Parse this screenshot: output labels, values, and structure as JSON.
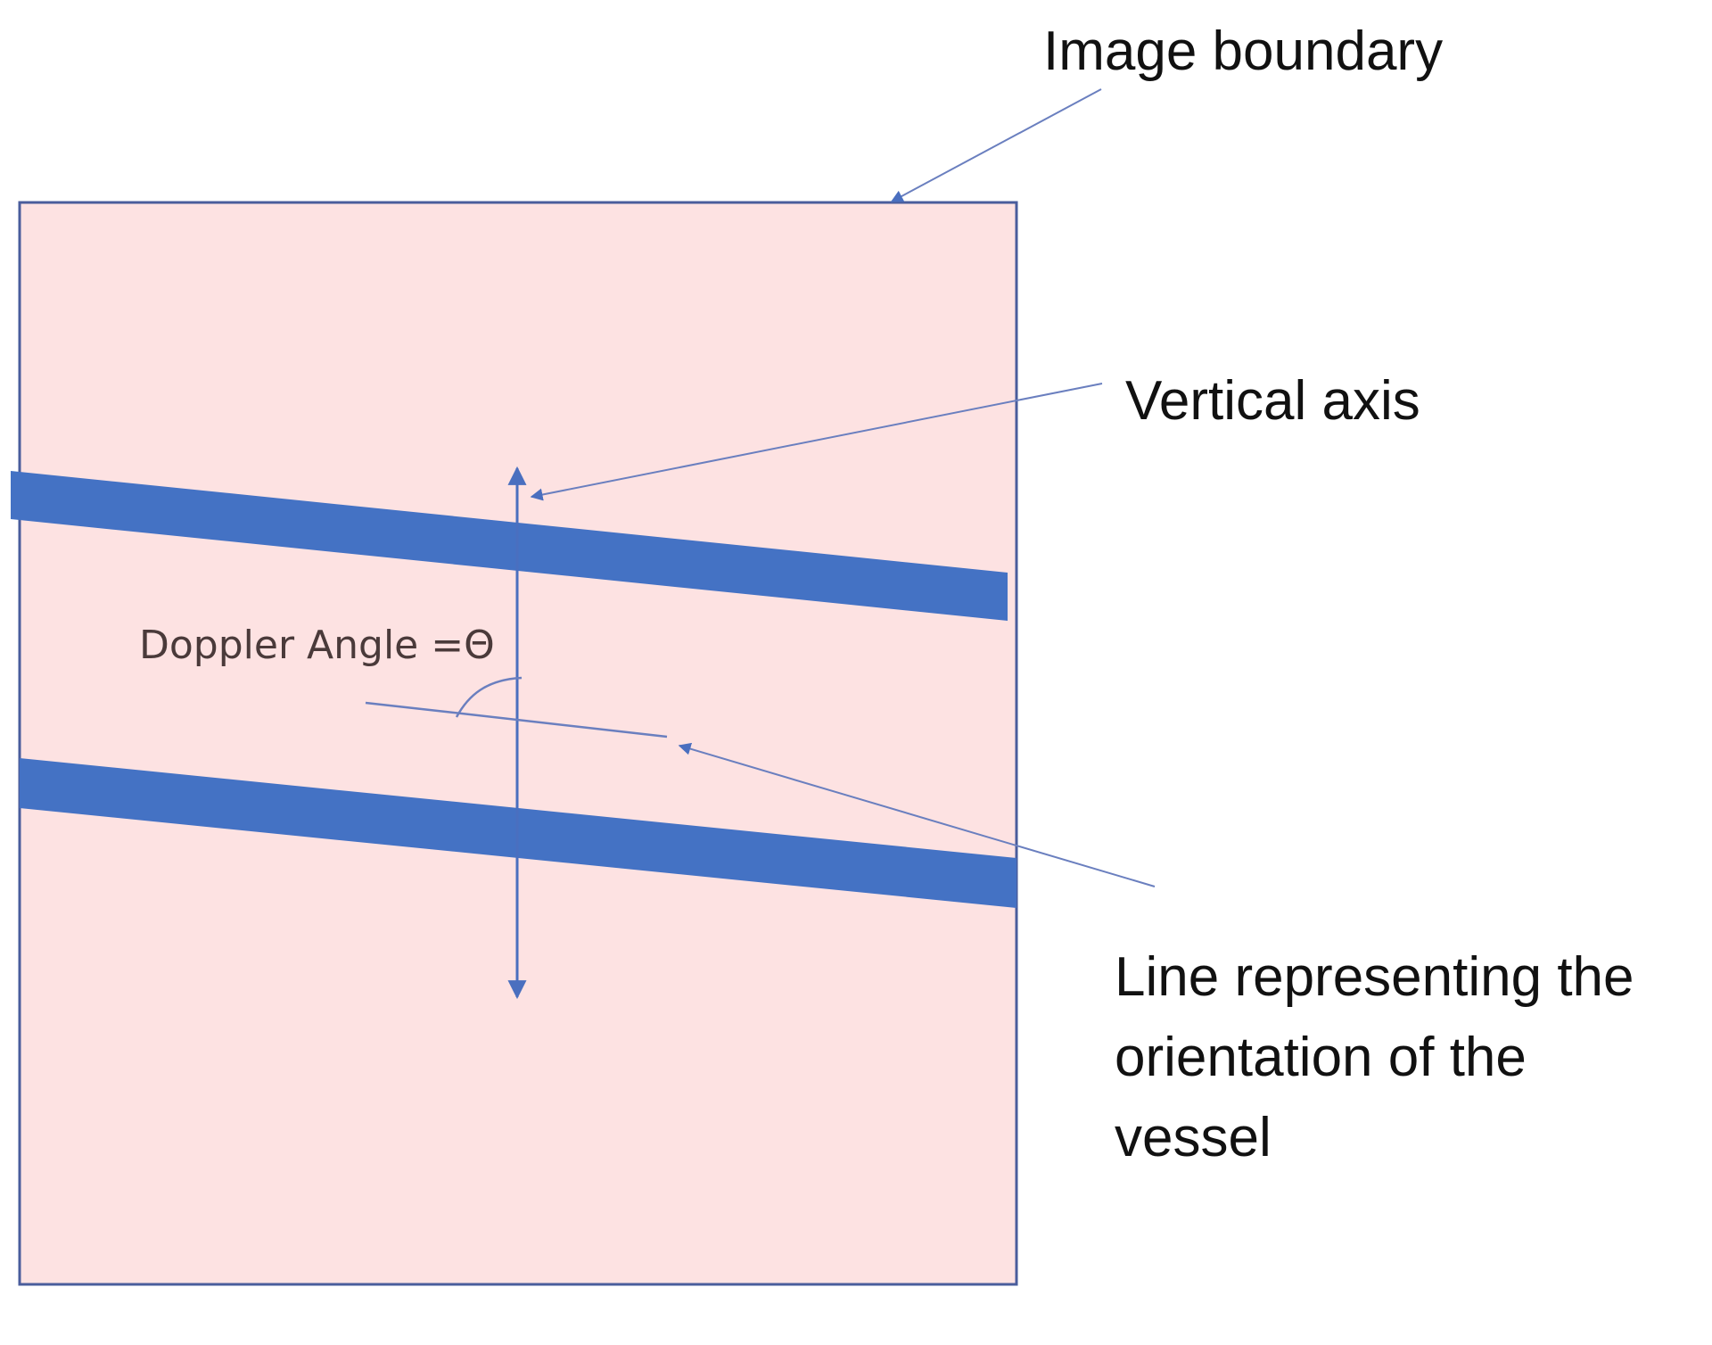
{
  "labels": {
    "image_boundary": "Image boundary",
    "vertical_axis": "Vertical axis",
    "vessel_line": [
      "Line representing the",
      "orientation of the",
      "vessel"
    ],
    "doppler_angle": "Doppler Angle =Θ"
  },
  "colors": {
    "image_fill": "#fde2e2",
    "vessel_wall": "#4472c4",
    "arrow": "#4a6fbf",
    "text": "#111111"
  }
}
